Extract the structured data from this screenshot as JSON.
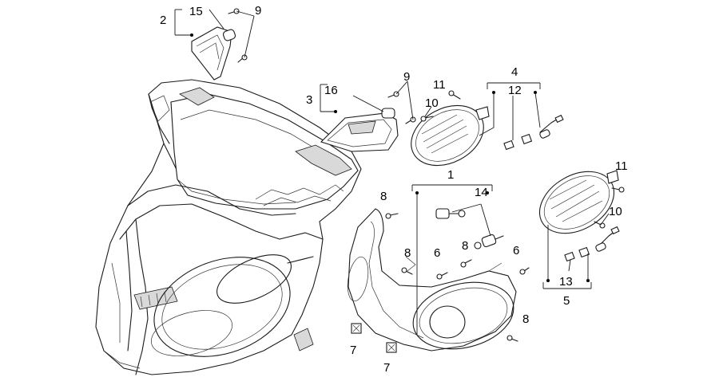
{
  "callouts": [
    {
      "id": "c1",
      "text": "1"
    },
    {
      "id": "c2",
      "text": "2"
    },
    {
      "id": "c3",
      "text": "3"
    },
    {
      "id": "c4",
      "text": "4"
    },
    {
      "id": "c5",
      "text": "5"
    },
    {
      "id": "c6a",
      "text": "6"
    },
    {
      "id": "c6b",
      "text": "6"
    },
    {
      "id": "c7a",
      "text": "7"
    },
    {
      "id": "c7b",
      "text": "7"
    },
    {
      "id": "c8a",
      "text": "8"
    },
    {
      "id": "c8b",
      "text": "8"
    },
    {
      "id": "c8c",
      "text": "8"
    },
    {
      "id": "c8d",
      "text": "8"
    },
    {
      "id": "c9a",
      "text": "9"
    },
    {
      "id": "c9b",
      "text": "9"
    },
    {
      "id": "c10a",
      "text": "10"
    },
    {
      "id": "c10b",
      "text": "10"
    },
    {
      "id": "c11a",
      "text": "11"
    },
    {
      "id": "c11b",
      "text": "11"
    },
    {
      "id": "c12",
      "text": "12"
    },
    {
      "id": "c13",
      "text": "13"
    },
    {
      "id": "c14",
      "text": "14"
    },
    {
      "id": "c15",
      "text": "15"
    },
    {
      "id": "c16",
      "text": "16"
    }
  ],
  "colors": {
    "line": "#1a1a1a",
    "background": "#ffffff",
    "shade": "#d9d9d9"
  }
}
